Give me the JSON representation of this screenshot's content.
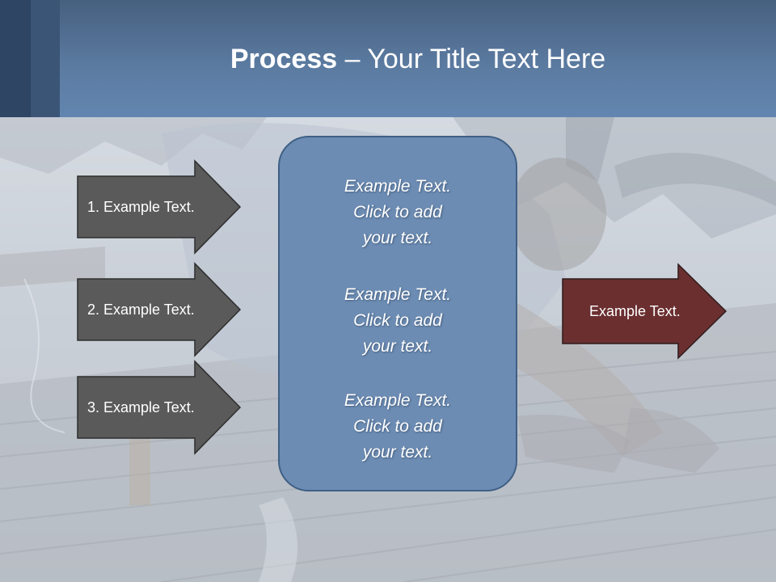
{
  "title": {
    "bold": "Process",
    "rest": " – Your Title Text Here"
  },
  "left_arrows": [
    {
      "label": "1. Example Text."
    },
    {
      "label": "2. Example Text."
    },
    {
      "label": "3. Example Text."
    }
  ],
  "center_box": {
    "items": [
      {
        "lines": [
          "Example Text.",
          "Click  to add",
          "your text."
        ]
      },
      {
        "lines": [
          "Example Text.",
          "Click  to add",
          "your text."
        ]
      },
      {
        "lines": [
          "Example Text.",
          "Click  to add",
          "your text."
        ]
      }
    ]
  },
  "right_arrow": {
    "label": "Example Text."
  },
  "colors": {
    "header": "#5b7aa0",
    "left_arrow_fill": "#5a5a5a",
    "center_box_fill": "#6c8cb3",
    "right_arrow_fill": "#6b2f30"
  }
}
